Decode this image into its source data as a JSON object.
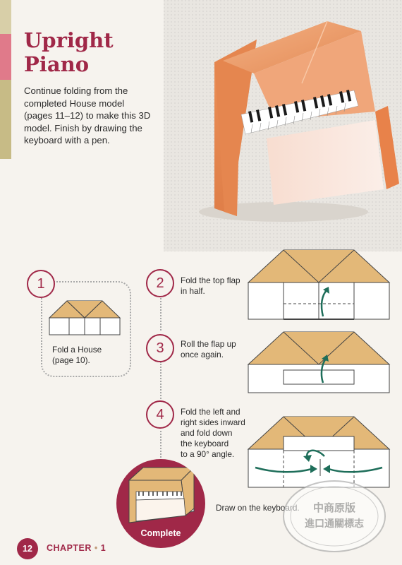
{
  "title_line1": "Upright",
  "title_line2": "Piano",
  "intro": "Continue folding from the completed House model (pages 11–12) to make this 3D model. Finish by drawing the keyboard with a pen.",
  "steps": [
    {
      "num": "1",
      "text_lines": [
        "Fold a House",
        "(page 10)."
      ]
    },
    {
      "num": "2",
      "text_lines": [
        "Fold the top flap",
        "in half."
      ]
    },
    {
      "num": "3",
      "text_lines": [
        "Roll the flap up",
        "once again."
      ]
    },
    {
      "num": "4",
      "text_lines": [
        "Fold the left and",
        "right sides inward",
        "and fold down",
        "the keyboard",
        "to a 90° angle."
      ]
    }
  ],
  "final_text": "Draw on the keyboard.",
  "complete_label": "Complete",
  "footer": {
    "page_number": "12",
    "chapter_label": "CHAPTER",
    "chapter_sep": "•",
    "chapter_number": "1"
  },
  "stamp": {
    "line1": "中商原版",
    "line2": "進口通關標志"
  },
  "colors": {
    "accent": "#a02848",
    "paper_tan": "#e3b878",
    "paper_orange": "#e58a50"
  },
  "icons": [
    "curved-arrow-icon",
    "piano-model-photo"
  ]
}
